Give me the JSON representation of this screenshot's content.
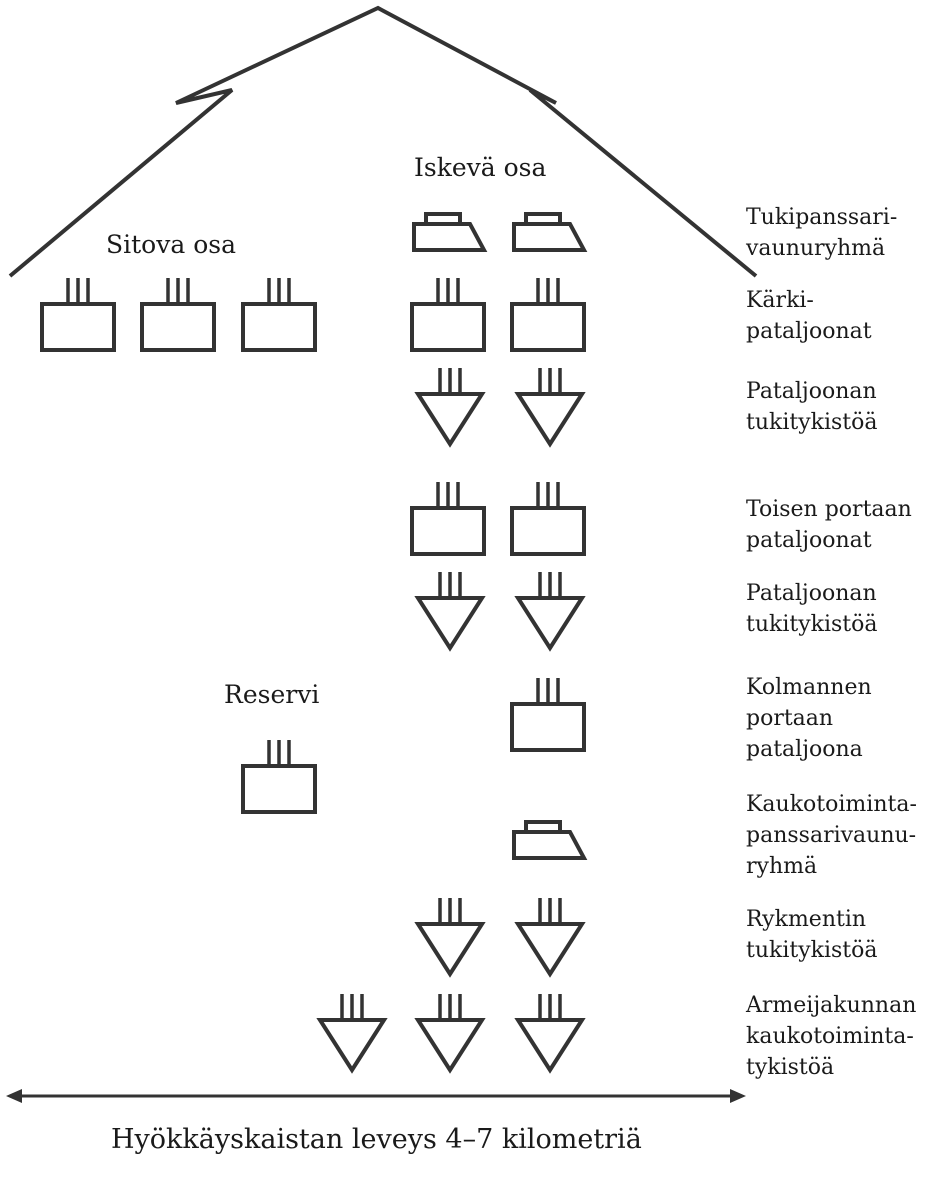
{
  "sections": {
    "striking": "Iskevä osa",
    "fixing": "Sitova osa",
    "reserve": "Reservi"
  },
  "footer": "Hyökkäyskaistan leveys 4–7 kilometriä",
  "side_labels": [
    "Tukipanssari-\nvaunuryhmä",
    "Kärki-\npataljoonat",
    "Pataljoonan\ntukitykistöä",
    "Toisen portaan\npataljoonat",
    "Pataljoonan\ntukitykistöä",
    "Kolmannen\nportaan\npataljoona",
    "Kaukotoiminta-\npanssarivaunu-\nryhmä",
    "Rykmentin\ntukitykistöä",
    "Armeijakunnan\nkaukotoiminta-\ntykistöä"
  ],
  "colors": {
    "line": "#333333",
    "text": "#1a1a1a",
    "background": "#ffffff"
  },
  "symbols": {
    "battalion": "battalion-icon",
    "artillery": "artillery-icon",
    "tank_group": "tank-icon"
  }
}
